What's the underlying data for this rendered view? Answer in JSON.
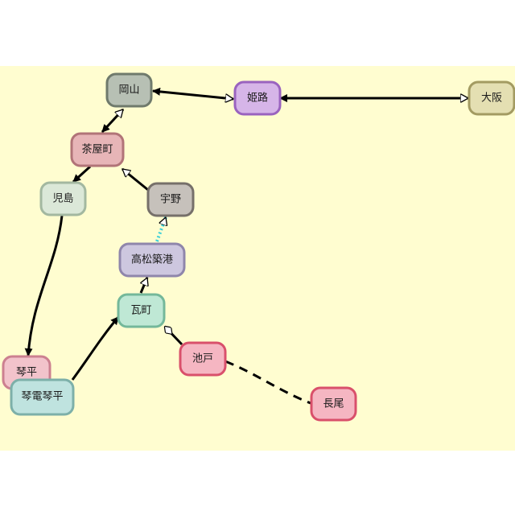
{
  "diagram": {
    "nodes": [
      {
        "id": "okayama",
        "label": "岡山",
        "fill": "#b7c0b4",
        "stroke": "#6f7a6c"
      },
      {
        "id": "himeji",
        "label": "姫路",
        "fill": "#d6b5e8",
        "stroke": "#9a63bf"
      },
      {
        "id": "osaka",
        "label": "大阪",
        "fill": "#e4dfb2",
        "stroke": "#a39b62"
      },
      {
        "id": "chayamachi",
        "label": "茶屋町",
        "fill": "#e7b5b7",
        "stroke": "#b17478"
      },
      {
        "id": "kojima",
        "label": "児島",
        "fill": "#dbe8d8",
        "stroke": "#a3b8a0"
      },
      {
        "id": "uno",
        "label": "宇野",
        "fill": "#c6c1bb",
        "stroke": "#76706a"
      },
      {
        "id": "takamatsu",
        "label": "高松築港",
        "fill": "#cdc7df",
        "stroke": "#8f86ab"
      },
      {
        "id": "kawaramachi",
        "label": "瓦町",
        "fill": "#bfe8d5",
        "stroke": "#74b89a"
      },
      {
        "id": "ikenobe",
        "label": "池戸",
        "fill": "#f5b6c2",
        "stroke": "#d9506b"
      },
      {
        "id": "nagao",
        "label": "長尾",
        "fill": "#f5b6c2",
        "stroke": "#d9506b"
      },
      {
        "id": "kotohira",
        "label": "琴平",
        "fill": "#f2c3cb",
        "stroke": "#cc8090"
      },
      {
        "id": "kotoden_kotohira",
        "label": "琴電琴平",
        "fill": "#bfe3df",
        "stroke": "#7db0a9"
      }
    ]
  }
}
